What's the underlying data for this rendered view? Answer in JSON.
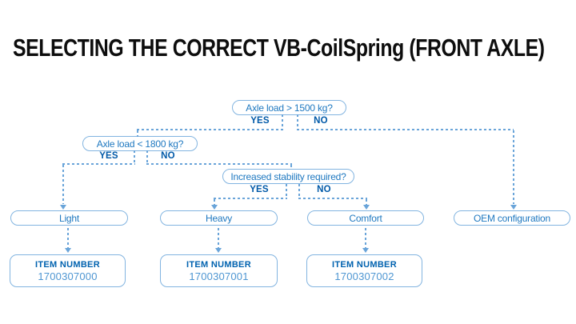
{
  "title": "SELECTING THE CORRECT VB-CoilSpring (FRONT AXLE)",
  "colors": {
    "background": "#ffffff",
    "title_text": "#0d0d0d",
    "question_text": "#1e78c0",
    "branch_label_text": "#0059a8",
    "item_heading_text": "#0062af",
    "item_number_text": "#4e96d2",
    "box_border": "#82b4e0",
    "connector": "#69a4d9"
  },
  "flowchart": {
    "decisions": [
      {
        "question": "Axle load > 1500 kg?",
        "yes_label": "YES",
        "no_label": "NO"
      },
      {
        "question": "Axle load < 1800 kg?",
        "yes_label": "YES",
        "no_label": "NO"
      },
      {
        "question": "Increased stability required?",
        "yes_label": "YES",
        "no_label": "NO"
      }
    ],
    "outcomes": [
      {
        "label": "Light"
      },
      {
        "label": "Heavy"
      },
      {
        "label": "Comfort"
      },
      {
        "label": "OEM configuration"
      }
    ],
    "item_boxes": [
      {
        "heading": "ITEM NUMBER",
        "number": "1700307000"
      },
      {
        "heading": "ITEM NUMBER",
        "number": "1700307001"
      },
      {
        "heading": "ITEM NUMBER",
        "number": "1700307002"
      }
    ]
  }
}
